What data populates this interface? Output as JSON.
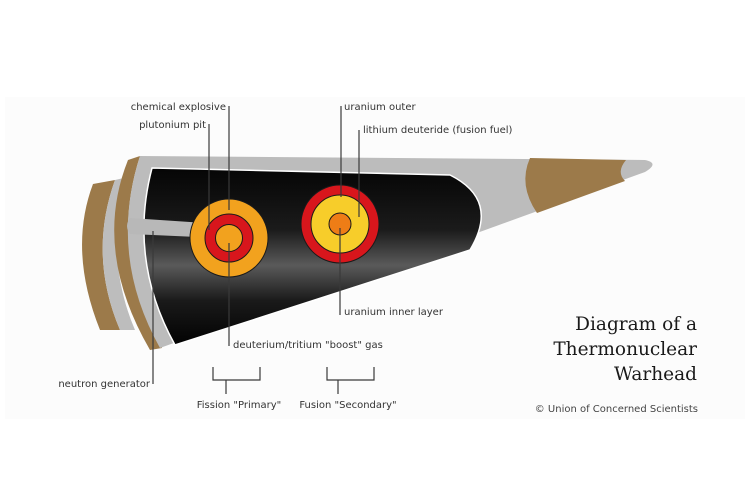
{
  "title": {
    "line1": "Diagram of a",
    "line2": "Thermonuclear",
    "line3": "Warhead"
  },
  "credit": "© Union of Concerned Scientists",
  "labels": {
    "chemical_explosive": "chemical explosive",
    "plutonium_pit": "plutonium pit",
    "uranium_outer": "uranium outer",
    "lithium_deuteride": "lithium deuteride (fusion fuel)",
    "uranium_inner": "uranium inner layer",
    "boost_gas": "deuterium/tritium \"boost\" gas",
    "neutron_generator": "neutron generator"
  },
  "groups": {
    "primary": "Fission \"Primary\"",
    "secondary": "Fusion \"Secondary\""
  },
  "colors": {
    "shell": "#bcbcbc",
    "bronze": "#9c7a4a",
    "interior": "#0a0a0a",
    "explosive_orange": "#f2a21e",
    "uranium_red": "#d8161c",
    "fusion_yellow": "#f7cd2a",
    "inner_orange": "#ee7d16"
  }
}
